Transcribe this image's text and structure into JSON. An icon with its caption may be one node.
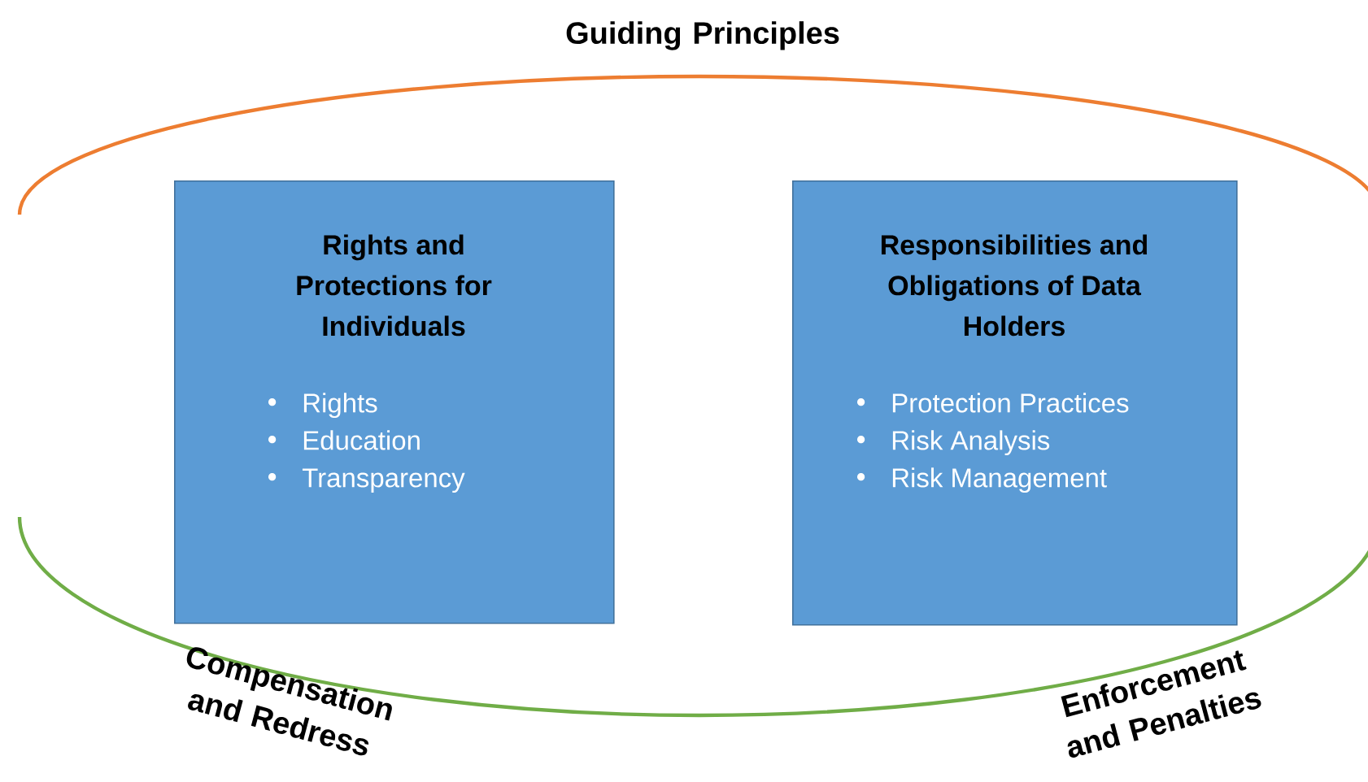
{
  "diagram": {
    "nodes": [
      {
        "text": [
          "Rights and Protections for Individuals",
          "Rights",
          "Education",
          "Transparency"
        ]
      },
      {
        "text": [
          "Responsibilities and Obligations of Data Holders",
          "Protection Practices",
          "Risk Analysis",
          "Risk Management"
        ]
      }
    ],
    "labels": [
      "Guiding Principles",
      "Compensation and Redress",
      "Enforcement and Penalties"
    ]
  }
}
